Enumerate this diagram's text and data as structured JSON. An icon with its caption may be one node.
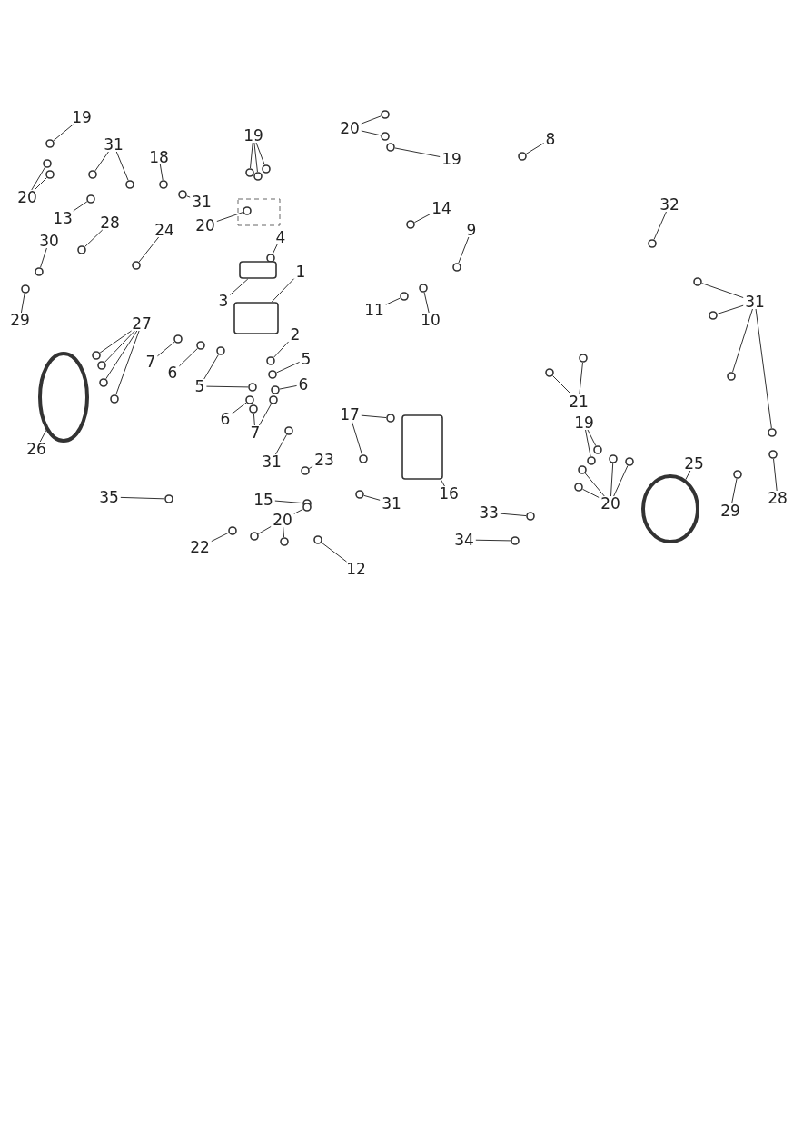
{
  "diagram": {
    "nodes": [
      {
        "text": [
          "19"
        ]
      },
      {
        "text": [
          "20"
        ]
      },
      {
        "text": [
          "8"
        ]
      },
      {
        "text": [
          "31"
        ]
      },
      {
        "text": [
          "19"
        ]
      },
      {
        "text": [
          "19"
        ]
      },
      {
        "text": [
          "18"
        ]
      },
      {
        "text": [
          "20"
        ]
      },
      {
        "text": [
          "31"
        ]
      },
      {
        "text": [
          "14"
        ]
      },
      {
        "text": [
          "32"
        ]
      },
      {
        "text": [
          "13"
        ]
      },
      {
        "text": [
          "20"
        ]
      },
      {
        "text": [
          "9"
        ]
      },
      {
        "text": [
          "28"
        ]
      },
      {
        "text": [
          "24"
        ]
      },
      {
        "text": [
          "4"
        ]
      },
      {
        "text": [
          "30"
        ]
      },
      {
        "text": [
          "1"
        ]
      },
      {
        "text": [
          "3"
        ]
      },
      {
        "text": [
          "31"
        ]
      },
      {
        "text": [
          "11"
        ]
      },
      {
        "text": [
          "10"
        ]
      },
      {
        "text": [
          "29"
        ]
      },
      {
        "text": [
          "27"
        ]
      },
      {
        "text": [
          "2"
        ]
      },
      {
        "text": [
          "7"
        ]
      },
      {
        "text": [
          "5"
        ]
      },
      {
        "text": [
          "6"
        ]
      },
      {
        "text": [
          "5"
        ]
      },
      {
        "text": [
          "6"
        ]
      },
      {
        "text": [
          "21"
        ]
      },
      {
        "text": [
          "6"
        ]
      },
      {
        "text": [
          "7"
        ]
      },
      {
        "text": [
          "17"
        ]
      },
      {
        "text": [
          "19"
        ]
      },
      {
        "text": [
          "26"
        ]
      },
      {
        "text": [
          "31"
        ]
      },
      {
        "text": [
          "23"
        ]
      },
      {
        "text": [
          "25"
        ]
      },
      {
        "text": [
          "16"
        ]
      },
      {
        "text": [
          "20"
        ]
      },
      {
        "text": [
          "35"
        ]
      },
      {
        "text": [
          "31"
        ]
      },
      {
        "text": [
          "29"
        ]
      },
      {
        "text": [
          "28"
        ]
      },
      {
        "text": [
          "15"
        ]
      },
      {
        "text": [
          "20"
        ]
      },
      {
        "text": [
          "33"
        ]
      },
      {
        "text": [
          "22"
        ]
      },
      {
        "text": [
          "34"
        ]
      },
      {
        "text": [
          "12"
        ]
      },
      {
        "text": [],
        "shape": "circle"
      },
      {
        "text": [],
        "shape": "circle"
      },
      {
        "text": [],
        "shape": "circle"
      },
      {
        "text": [],
        "shape": "circle"
      },
      {
        "text": [],
        "shape": "circle"
      },
      {
        "text": [],
        "shape": "circle"
      },
      {
        "text": [],
        "shape": "circle"
      },
      {
        "text": [],
        "shape": "circle"
      },
      {
        "text": [],
        "shape": "circle"
      },
      {
        "text": [],
        "shape": "circle"
      },
      {
        "text": [],
        "shape": "circle"
      },
      {
        "text": [],
        "shape": "circle"
      },
      {
        "text": [],
        "shape": "circle"
      },
      {
        "text": [],
        "shape": "circle"
      },
      {
        "text": [],
        "shape": "circle"
      },
      {
        "text": [],
        "shape": "circle"
      },
      {
        "text": [],
        "shape": "circle"
      },
      {
        "text": [],
        "shape": "circle"
      },
      {
        "text": [],
        "shape": "circle"
      },
      {
        "text": [],
        "shape": "circle"
      },
      {
        "text": [],
        "shape": "circle"
      },
      {
        "text": [],
        "shape": "circle"
      },
      {
        "text": [],
        "shape": "circle"
      },
      {
        "text": [],
        "shape": "box"
      },
      {
        "text": [],
        "shape": "box"
      },
      {
        "text": [],
        "shape": "circle"
      },
      {
        "text": [],
        "shape": "circle"
      },
      {
        "text": [],
        "shape": "circle"
      },
      {
        "text": [],
        "shape": "circle"
      },
      {
        "text": [],
        "shape": "circle"
      },
      {
        "text": [],
        "shape": "circle"
      },
      {
        "text": [],
        "shape": "circle"
      },
      {
        "text": [],
        "shape": "circle"
      },
      {
        "text": [],
        "shape": "circle"
      },
      {
        "text": [],
        "shape": "circle"
      },
      {
        "text": [],
        "shape": "circle"
      },
      {
        "text": [],
        "shape": "circle"
      },
      {
        "text": [],
        "shape": "circle"
      },
      {
        "text": [],
        "shape": "circle"
      },
      {
        "text": [],
        "shape": "circle"
      },
      {
        "text": [],
        "shape": "circle"
      },
      {
        "text": [],
        "shape": "circle"
      },
      {
        "text": [],
        "shape": "circle"
      },
      {
        "text": [],
        "shape": "circle"
      },
      {
        "text": [],
        "shape": "circle"
      },
      {
        "text": [],
        "shape": "circle"
      },
      {
        "text": [],
        "shape": "circle"
      },
      {
        "text": [],
        "shape": "circle"
      },
      {
        "text": [],
        "shape": "circle"
      },
      {
        "text": [],
        "shape": "circle"
      },
      {
        "text": [],
        "shape": "circle"
      },
      {
        "text": [],
        "shape": "circle"
      },
      {
        "text": [],
        "shape": "circle"
      },
      {
        "text": [],
        "shape": "circle"
      },
      {
        "text": [],
        "shape": "circle"
      },
      {
        "text": [],
        "shape": "circle"
      },
      {
        "text": [],
        "shape": "box"
      },
      {
        "text": [],
        "shape": "circle"
      },
      {
        "text": [],
        "shape": "circle"
      },
      {
        "text": [],
        "shape": "circle"
      },
      {
        "text": [],
        "shape": "circle"
      },
      {
        "text": [],
        "shape": "circle"
      },
      {
        "text": [],
        "shape": "circle"
      },
      {
        "text": [],
        "shape": "circle"
      },
      {
        "text": [],
        "shape": "circle"
      },
      {
        "text": [],
        "shape": "circle"
      },
      {
        "text": [],
        "shape": "circle"
      },
      {
        "text": [],
        "shape": "circle"
      },
      {
        "text": [],
        "shape": "circle"
      },
      {
        "text": [],
        "shape": "circle"
      },
      {
        "text": [],
        "shape": "circle"
      },
      {
        "text": [],
        "shape": "circle"
      },
      {
        "text": [],
        "shape": "circle"
      }
    ],
    "edges": [
      {
        "from": 0,
        "to": 52,
        "arrow": "none"
      },
      {
        "from": 1,
        "to": 53,
        "arrow": "none"
      },
      {
        "from": 1,
        "to": 54,
        "arrow": "none"
      },
      {
        "from": 2,
        "to": 55,
        "arrow": "none"
      },
      {
        "from": 3,
        "to": 56,
        "arrow": "none"
      },
      {
        "from": 3,
        "to": 57,
        "arrow": "none"
      },
      {
        "from": 4,
        "to": 58,
        "arrow": "none"
      },
      {
        "from": 4,
        "to": 59,
        "arrow": "none"
      },
      {
        "from": 4,
        "to": 60,
        "arrow": "none"
      },
      {
        "from": 5,
        "to": 61,
        "arrow": "none"
      },
      {
        "from": 6,
        "to": 62,
        "arrow": "none"
      },
      {
        "from": 7,
        "to": 63,
        "arrow": "none"
      },
      {
        "from": 7,
        "to": 64,
        "arrow": "none"
      },
      {
        "from": 8,
        "to": 65,
        "arrow": "none"
      },
      {
        "from": 9,
        "to": 66,
        "arrow": "none"
      },
      {
        "from": 10,
        "to": 67,
        "arrow": "none"
      },
      {
        "from": 11,
        "to": 68,
        "arrow": "none"
      },
      {
        "from": 12,
        "to": 69,
        "arrow": "none"
      },
      {
        "from": 13,
        "to": 70,
        "arrow": "none"
      },
      {
        "from": 14,
        "to": 71,
        "arrow": "none"
      },
      {
        "from": 15,
        "to": 72,
        "arrow": "none"
      },
      {
        "from": 16,
        "to": 73,
        "arrow": "none"
      },
      {
        "from": 17,
        "to": 74,
        "arrow": "none"
      },
      {
        "from": 18,
        "to": 75,
        "arrow": "none"
      },
      {
        "from": 19,
        "to": 76,
        "arrow": "none"
      },
      {
        "from": 20,
        "to": 77,
        "arrow": "none"
      },
      {
        "from": 20,
        "to": 78,
        "arrow": "none"
      },
      {
        "from": 20,
        "to": 79,
        "arrow": "none"
      },
      {
        "from": 20,
        "to": 80,
        "arrow": "none"
      },
      {
        "from": 21,
        "to": 81,
        "arrow": "none"
      },
      {
        "from": 22,
        "to": 82,
        "arrow": "none"
      },
      {
        "from": 23,
        "to": 83,
        "arrow": "none"
      },
      {
        "from": 24,
        "to": 84,
        "arrow": "none"
      },
      {
        "from": 24,
        "to": 85,
        "arrow": "none"
      },
      {
        "from": 24,
        "to": 86,
        "arrow": "none"
      },
      {
        "from": 24,
        "to": 87,
        "arrow": "none"
      },
      {
        "from": 25,
        "to": 88,
        "arrow": "none"
      },
      {
        "from": 26,
        "to": 89,
        "arrow": "none"
      },
      {
        "from": 27,
        "to": 90,
        "arrow": "none"
      },
      {
        "from": 28,
        "to": 91,
        "arrow": "none"
      },
      {
        "from": 29,
        "to": 92,
        "arrow": "none"
      },
      {
        "from": 29,
        "to": 93,
        "arrow": "none"
      },
      {
        "from": 30,
        "to": 94,
        "arrow": "none"
      },
      {
        "from": 31,
        "to": 95,
        "arrow": "none"
      },
      {
        "from": 31,
        "to": 96,
        "arrow": "none"
      },
      {
        "from": 32,
        "to": 97,
        "arrow": "none"
      },
      {
        "from": 33,
        "to": 98,
        "arrow": "none"
      },
      {
        "from": 33,
        "to": 99,
        "arrow": "none"
      },
      {
        "from": 34,
        "to": 100,
        "arrow": "none"
      },
      {
        "from": 34,
        "to": 101,
        "arrow": "none"
      },
      {
        "from": 35,
        "to": 102,
        "arrow": "none"
      },
      {
        "from": 35,
        "to": 103,
        "arrow": "none"
      },
      {
        "from": 36,
        "to": 104,
        "arrow": "none"
      },
      {
        "from": 37,
        "to": 105,
        "arrow": "none"
      },
      {
        "from": 38,
        "to": 106,
        "arrow": "none"
      },
      {
        "from": 39,
        "to": 107,
        "arrow": "none"
      },
      {
        "from": 40,
        "to": 108,
        "arrow": "none"
      },
      {
        "from": 41,
        "to": 109,
        "arrow": "none"
      },
      {
        "from": 41,
        "to": 110,
        "arrow": "none"
      },
      {
        "from": 41,
        "to": 111,
        "arrow": "none"
      },
      {
        "from": 41,
        "to": 112,
        "arrow": "none"
      },
      {
        "from": 42,
        "to": 113,
        "arrow": "none"
      },
      {
        "from": 43,
        "to": 114,
        "arrow": "none"
      },
      {
        "from": 44,
        "to": 115,
        "arrow": "none"
      },
      {
        "from": 45,
        "to": 116,
        "arrow": "none"
      },
      {
        "from": 46,
        "to": 117,
        "arrow": "none"
      },
      {
        "from": 47,
        "to": 118,
        "arrow": "none"
      },
      {
        "from": 47,
        "to": 119,
        "arrow": "none"
      },
      {
        "from": 47,
        "to": 120,
        "arrow": "none"
      },
      {
        "from": 48,
        "to": 121,
        "arrow": "none"
      },
      {
        "from": 49,
        "to": 122,
        "arrow": "none"
      },
      {
        "from": 50,
        "to": 123,
        "arrow": "none"
      },
      {
        "from": 51,
        "to": 124,
        "arrow": "none"
      }
    ]
  }
}
